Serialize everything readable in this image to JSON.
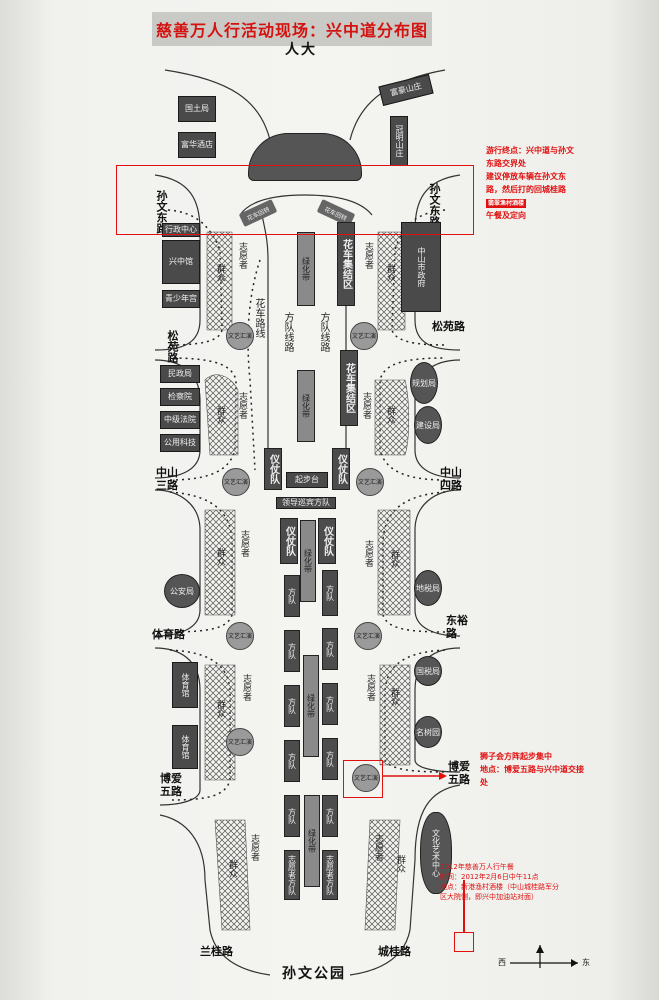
{
  "title": "慈善万人行活动现场：兴中道分布图",
  "streets": {
    "top": "人大",
    "bottom": "孙文公园",
    "sunwen_w": "孙文东路",
    "sunwen_e": "孙文东路",
    "songyuan_w": "松苑路",
    "songyuan_e": "松苑路",
    "zhongshan3": "中山三路",
    "zhongshan4": "中山四路",
    "tiyu": "体育路",
    "dongyu": "东裕路",
    "boai_w": "博爱五路",
    "boai_e": "博爱五路",
    "langui": "兰桂路",
    "chengui": "城桂路"
  },
  "buildings": {
    "guotu": "国土局",
    "fuhua": "富华酒店",
    "fuhao": "富豪山庄",
    "guanming": "冠明山庄",
    "xingzheng": "行政中心",
    "xingzhongguan": "兴中馆",
    "qingshaonian": "青少年宫",
    "gov": "中山市政府",
    "minzheng": "民政局",
    "jiancha": "检察院",
    "fayuan": "中级法院",
    "gongyong": "公用科技",
    "guihua": "规划局",
    "jianshe": "建设局",
    "gongan": "公安局",
    "dishui": "地税局",
    "tiyuguan": "体育馆",
    "tiyuguan2": "体育馆",
    "guoshui": "国税局",
    "mingrentang": "名树园",
    "wenhua": "文化艺术中心"
  },
  "labels": {
    "huache_ji_1": "花车集结区",
    "huache_ji_2": "花车集结区",
    "huache_road": "花车路线",
    "fangdui_line_1": "方队线路",
    "fangdui_line_2": "方队线路",
    "lvhua": "绿化带",
    "lvhua2": "绿化带",
    "lvhua3": "绿化带",
    "lvhua4": "绿化带",
    "yizhang_1": "仪仗队",
    "yizhang_2": "仪仗队",
    "yizhang_3": "仪仗队",
    "yizhang_4": "仪仗队",
    "qibutai": "起步台",
    "lingdao": "领导巡宾方队",
    "fangdui": "方队",
    "zhiyuan_fangdui": "志愿者方队",
    "zhiyuanzhe": "志愿者",
    "qunzhong": "群众",
    "wenyi": "文艺汇演",
    "arrow_l": "花车回转",
    "arrow_r": "花车回转"
  },
  "notes": {
    "end_point": "游行终点：兴中道与孙文东路交界处",
    "end_suggest": "建议停放车辆在孙文东路，然后打的回城桂路",
    "end_badge": "翡翠渔村酒楼",
    "end_tail": "午餐及定向",
    "lion_1": "狮子会方阵起步集中",
    "lion_2": "地点：博爱五路与兴中道交接处",
    "lunch_1": "2012年慈善万人行午餐",
    "lunch_2": "时间：2012年2月6日中午11点",
    "lunch_3": "地点：新港渔村酒楼（中山城桂路军分区大院侧，即兴中加油站对面）"
  },
  "compass": {
    "west": "西",
    "east": "东"
  },
  "colors": {
    "accent": "#e01010",
    "building": "#4a4a4a"
  }
}
